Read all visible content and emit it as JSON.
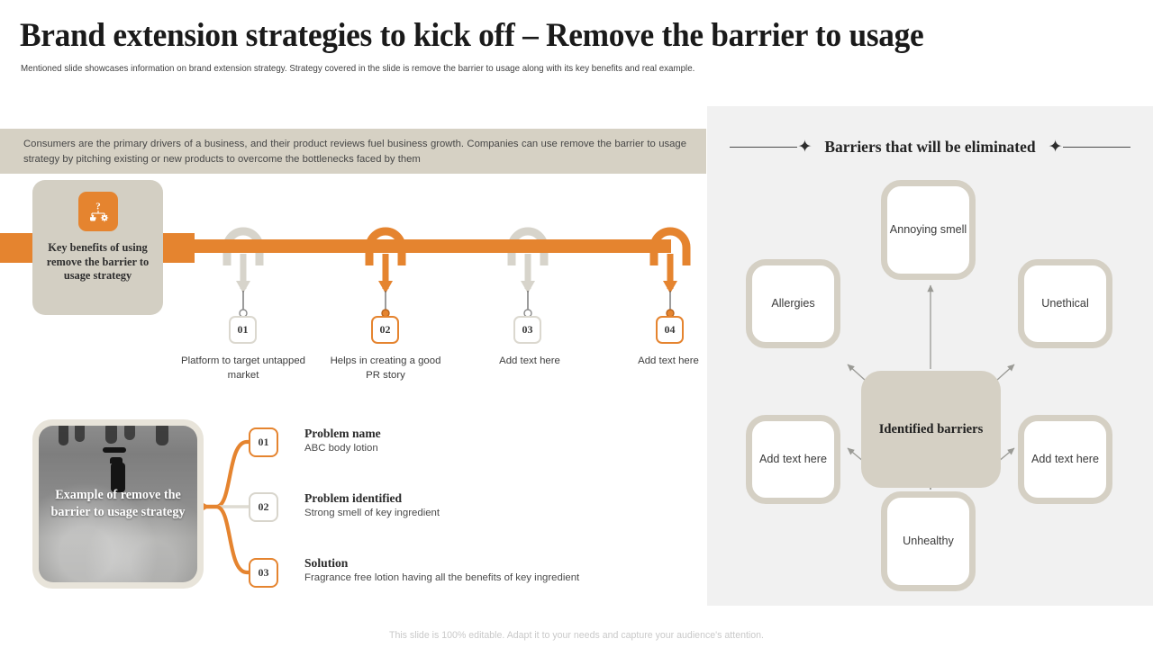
{
  "colors": {
    "accent_orange": "#e5842f",
    "beige": "#d5d0c4",
    "banner_beige": "#d6d1c4",
    "panel_gray": "#f1f1f1",
    "text_dark": "#2b2b2b"
  },
  "header": {
    "title": "Brand extension strategies to kick off – Remove the barrier to usage",
    "subtitle": "Mentioned slide showcases information on brand extension strategy. Strategy covered in the slide is remove the barrier to usage along with its key benefits and real example."
  },
  "left_panel": {
    "intro_banner": "Consumers are the primary drivers of a business, and their product reviews fuel business growth. Companies can use remove the barrier to usage strategy by pitching existing or new products to overcome the bottlenecks faced by them",
    "key_benefits_card": {
      "icon": "hierarchy-benefits-icon",
      "title": "Key benefits of using remove the barrier to usage strategy"
    },
    "timeline": [
      {
        "number": "01",
        "label": "Platform to target untapped market",
        "highlight": false
      },
      {
        "number": "02",
        "label": "Helps in creating a good PR story",
        "highlight": true
      },
      {
        "number": "03",
        "label": "Add text here",
        "highlight": false
      },
      {
        "number": "04",
        "label": "Add text here",
        "highlight": true
      }
    ],
    "example": {
      "photo_caption": "Example of remove the barrier to usage strategy",
      "photo_alt": "lotion-pump-bottle-photo",
      "items": [
        {
          "number": "01",
          "heading": "Problem name",
          "body": "ABC body lotion",
          "highlight": true
        },
        {
          "number": "02",
          "heading": "Problem identified",
          "body": "Strong smell of key ingredient",
          "highlight": false
        },
        {
          "number": "03",
          "heading": "Solution",
          "body": "Fragrance free lotion having all the benefits of key ingredient",
          "highlight": true
        }
      ]
    }
  },
  "right_panel": {
    "heading": "Barriers that will be eliminated",
    "star_glyph": "✦",
    "diagram": {
      "center": "Identified barriers",
      "nodes": {
        "top": "Annoying smell",
        "left": "Allergies",
        "right": "Unethical",
        "bottom_left": "Add text here",
        "bottom_right": "Add text here",
        "bottom": "Unhealthy"
      }
    }
  },
  "footer": {
    "note": "This slide is 100% editable. Adapt it to your needs and capture your audience's attention."
  }
}
